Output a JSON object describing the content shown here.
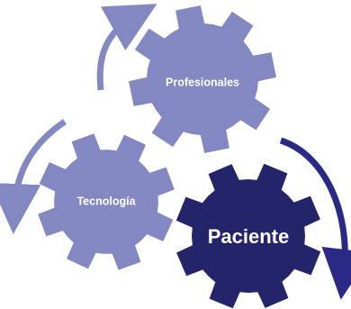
{
  "diagram": {
    "gears": [
      {
        "id": "profesionales",
        "label": "Profesionales",
        "color": "#8488c2"
      },
      {
        "id": "tecnologia",
        "label": "Tecnología",
        "color": "#8488c2"
      },
      {
        "id": "paciente",
        "label": "Paciente",
        "color": "#24246a"
      }
    ],
    "arrows": [
      {
        "id": "tecnologia-to-profesionales",
        "color": "#8488c2"
      },
      {
        "id": "tecnologia-outer",
        "color": "#8488c2"
      },
      {
        "id": "paciente-outer",
        "color": "#2a2a86"
      }
    ],
    "label_color": "#ffffff"
  }
}
